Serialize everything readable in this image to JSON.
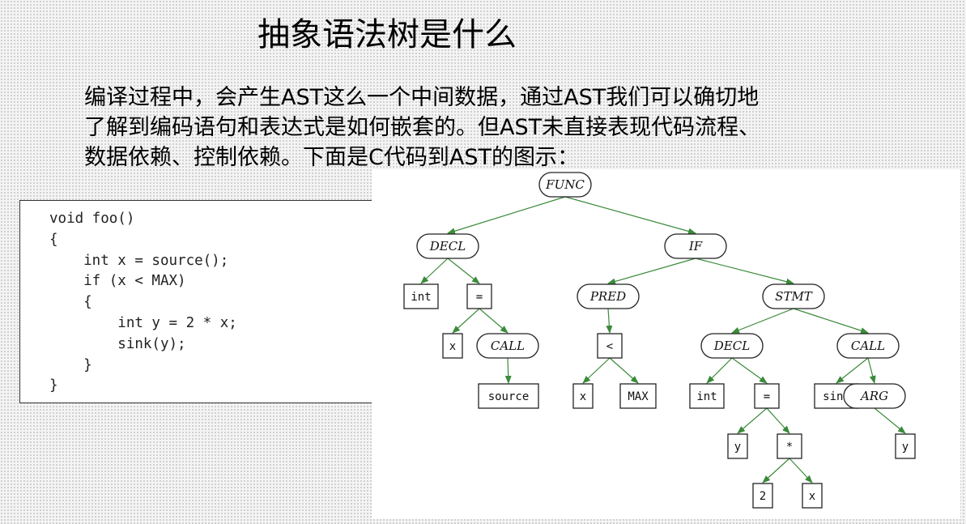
{
  "title": "抽象语法树是什么",
  "intro_lines": [
    "编译过程中，会产生AST这么一个中间数据，通过AST我们可以确切地",
    "了解到编码语句和表达式是如何嵌套的。但AST未直接表现代码流程、",
    "数据依赖、控制依赖。下面是C代码到AST的图示："
  ],
  "code_lines": [
    "void foo()",
    "{",
    "    int x = source();",
    "    if (x < MAX)",
    "    {",
    "        int y = 2 * x;",
    "        sink(y);",
    "    }",
    "}"
  ],
  "colors": {
    "edge": "#3a8a3a",
    "node_border": "#222222",
    "node_fill": "#ffffff"
  },
  "ast": {
    "nodes": [
      {
        "id": "func",
        "label": "FUNC",
        "shape": "rounded"
      },
      {
        "id": "decl1",
        "label": "DECL",
        "shape": "rounded"
      },
      {
        "id": "if",
        "label": "IF",
        "shape": "rounded"
      },
      {
        "id": "int1",
        "label": "int",
        "shape": "box"
      },
      {
        "id": "eq1",
        "label": "=",
        "shape": "box"
      },
      {
        "id": "x1",
        "label": "x",
        "shape": "box"
      },
      {
        "id": "call1",
        "label": "CALL",
        "shape": "rounded"
      },
      {
        "id": "source",
        "label": "source",
        "shape": "box"
      },
      {
        "id": "pred",
        "label": "PRED",
        "shape": "rounded"
      },
      {
        "id": "lt",
        "label": "<",
        "shape": "box"
      },
      {
        "id": "x2",
        "label": "x",
        "shape": "box"
      },
      {
        "id": "max",
        "label": "MAX",
        "shape": "box"
      },
      {
        "id": "stmt",
        "label": "STMT",
        "shape": "rounded"
      },
      {
        "id": "decl2",
        "label": "DECL",
        "shape": "rounded"
      },
      {
        "id": "int2",
        "label": "int",
        "shape": "box"
      },
      {
        "id": "eq2",
        "label": "=",
        "shape": "box"
      },
      {
        "id": "y1",
        "label": "y",
        "shape": "box"
      },
      {
        "id": "mul",
        "label": "*",
        "shape": "box"
      },
      {
        "id": "two",
        "label": "2",
        "shape": "box"
      },
      {
        "id": "x3",
        "label": "x",
        "shape": "box"
      },
      {
        "id": "call2",
        "label": "CALL",
        "shape": "rounded"
      },
      {
        "id": "sink",
        "label": "sink",
        "shape": "box"
      },
      {
        "id": "arg",
        "label": "ARG",
        "shape": "rounded"
      },
      {
        "id": "y2",
        "label": "y",
        "shape": "box"
      }
    ],
    "edges": [
      [
        "func",
        "decl1"
      ],
      [
        "func",
        "if"
      ],
      [
        "decl1",
        "int1"
      ],
      [
        "decl1",
        "eq1"
      ],
      [
        "eq1",
        "x1"
      ],
      [
        "eq1",
        "call1"
      ],
      [
        "call1",
        "source"
      ],
      [
        "if",
        "pred"
      ],
      [
        "if",
        "stmt"
      ],
      [
        "pred",
        "lt"
      ],
      [
        "lt",
        "x2"
      ],
      [
        "lt",
        "max"
      ],
      [
        "stmt",
        "decl2"
      ],
      [
        "stmt",
        "call2"
      ],
      [
        "decl2",
        "int2"
      ],
      [
        "decl2",
        "eq2"
      ],
      [
        "eq2",
        "y1"
      ],
      [
        "eq2",
        "mul"
      ],
      [
        "mul",
        "two"
      ],
      [
        "mul",
        "x3"
      ],
      [
        "call2",
        "sink"
      ],
      [
        "call2",
        "arg"
      ],
      [
        "arg",
        "y2"
      ]
    ]
  }
}
